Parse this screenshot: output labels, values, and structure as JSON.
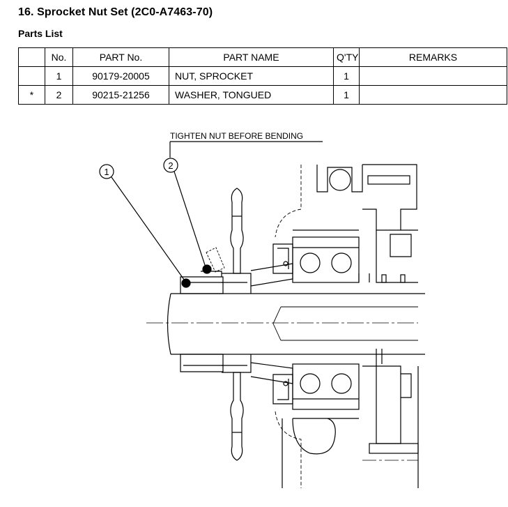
{
  "document": {
    "title": "16.  Sprocket Nut Set (2C0-A7463-70)",
    "subtitle": "Parts List"
  },
  "parts_table": {
    "headers": [
      "",
      "No.",
      "PART No.",
      "PART NAME",
      "Q'TY",
      "REMARKS"
    ],
    "rows": [
      {
        "mark": "",
        "no": "1",
        "part_no": "90179-20005",
        "part_name": "NUT, SPROCKET",
        "qty": "1",
        "remarks": ""
      },
      {
        "mark": "*",
        "no": "2",
        "part_no": "90215-21256",
        "part_name": "WASHER, TONGUED",
        "qty": "1",
        "remarks": ""
      }
    ]
  },
  "diagram": {
    "note": "TIGHTEN NUT BEFORE BENDING",
    "callout_1": "1",
    "callout_2": "2"
  }
}
